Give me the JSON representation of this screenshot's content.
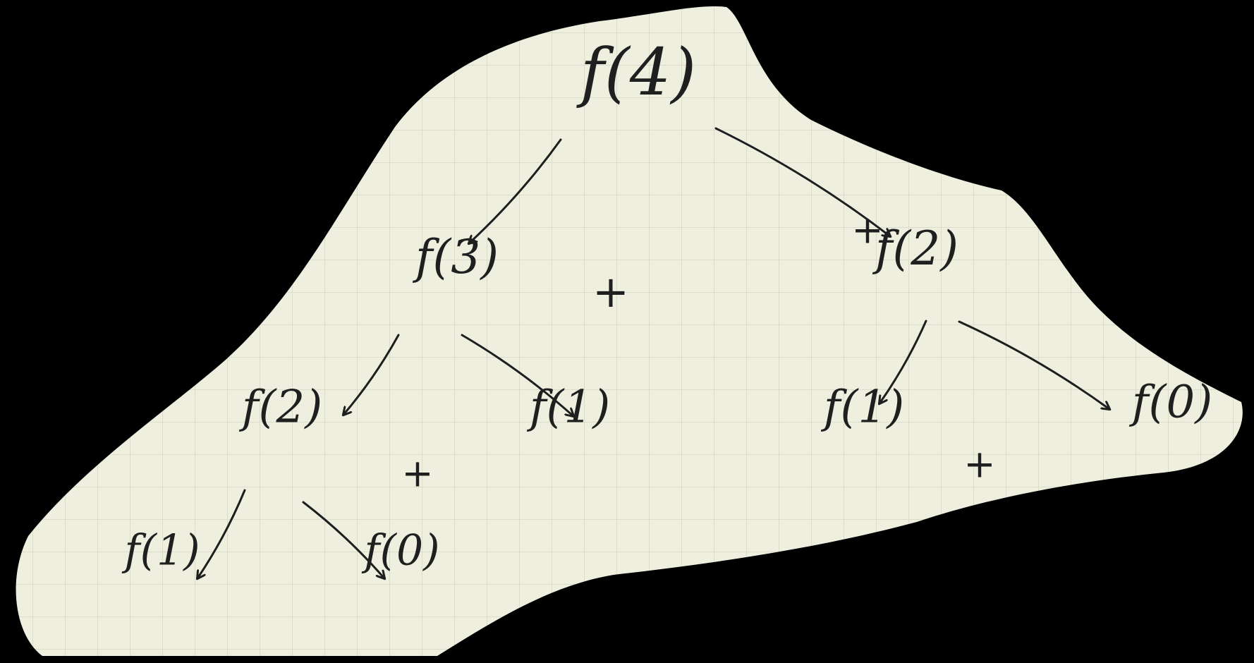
{
  "diagram": {
    "nodes": [
      {
        "id": "n4",
        "label": "f(4)"
      },
      {
        "id": "n3",
        "label": "f(3)"
      },
      {
        "id": "n2a",
        "label": "f(2)"
      },
      {
        "id": "n2b",
        "label": "f(2)"
      },
      {
        "id": "n1a",
        "label": "f(1)"
      },
      {
        "id": "n1b",
        "label": "f(1)"
      },
      {
        "id": "n0a",
        "label": "f(0)"
      },
      {
        "id": "n1c",
        "label": "f(1)"
      },
      {
        "id": "n0b",
        "label": "f(0)"
      }
    ],
    "edges": [
      {
        "from": "n4",
        "to": "n3"
      },
      {
        "from": "n4",
        "to": "n2a"
      },
      {
        "from": "n3",
        "to": "n2b"
      },
      {
        "from": "n3",
        "to": "n1a"
      },
      {
        "from": "n2a",
        "to": "n1b"
      },
      {
        "from": "n2a",
        "to": "n0a"
      },
      {
        "from": "n2b",
        "to": "n1c"
      },
      {
        "from": "n2b",
        "to": "n0b"
      }
    ],
    "plus_signs": [
      "+",
      "+",
      "+",
      "+"
    ],
    "colors": {
      "background": "#000000",
      "paper": "#efefe0",
      "grid": "#dcdccb",
      "ink": "#1f1f1f"
    }
  }
}
